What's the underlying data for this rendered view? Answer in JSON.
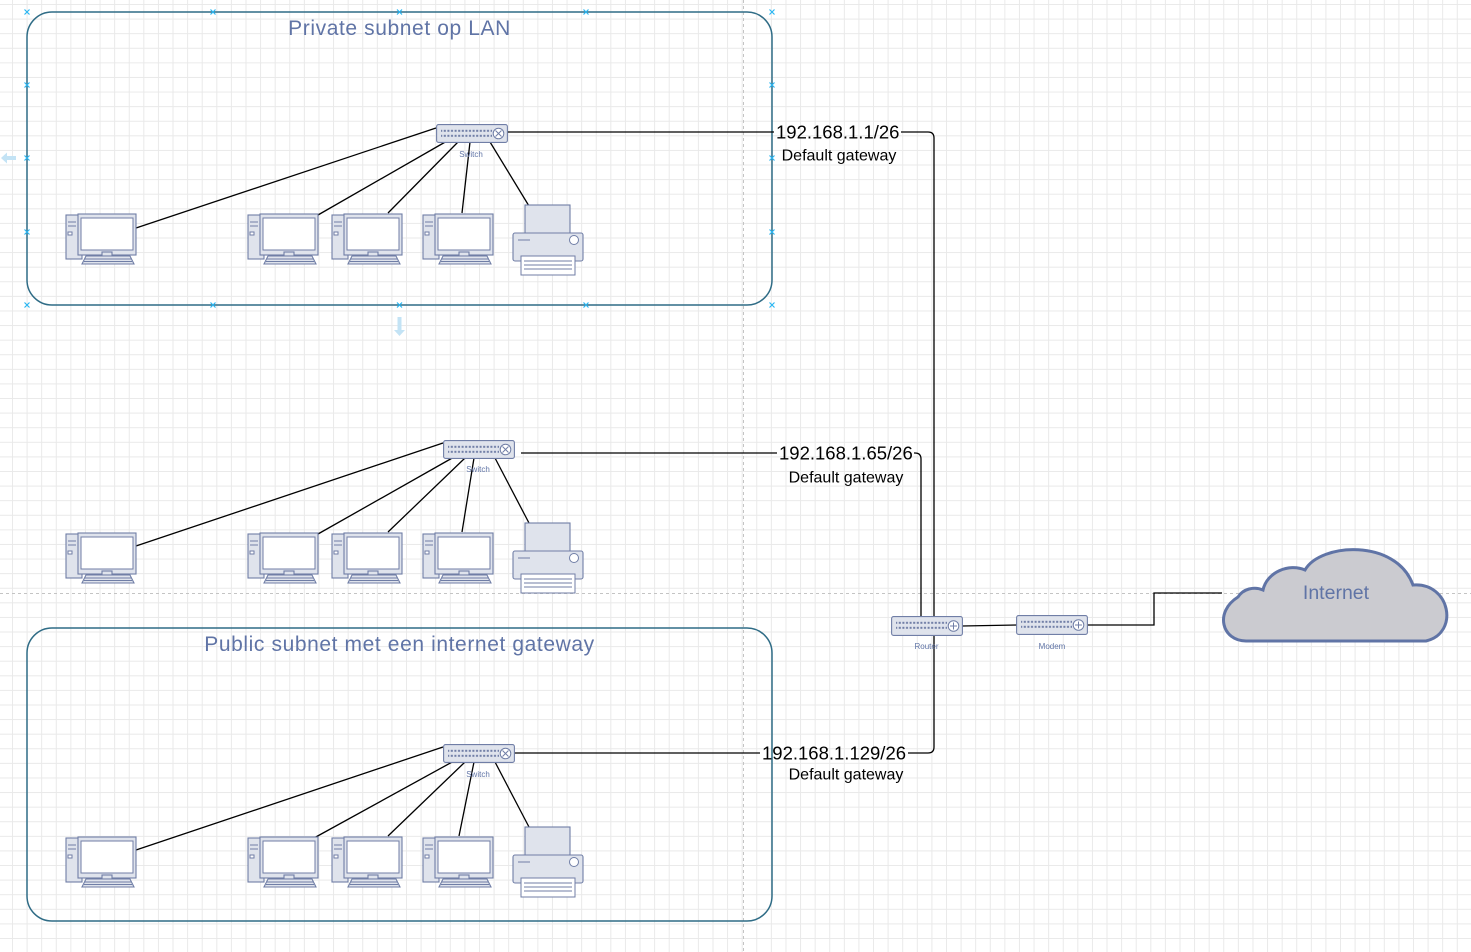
{
  "canvas": {
    "background": "#ffffff",
    "grid_color": "#e9e9e9",
    "page_break_color": "#c4c4c4"
  },
  "colors": {
    "container_stroke": "#2f6c86",
    "title_text": "#6074a6",
    "device_fill": "#dfe3ec",
    "device_stroke": "#707ea6",
    "edge": "#000000",
    "cloud_fill": "#cbcbd0",
    "cloud_stroke": "#6074a6",
    "selection": "#29b6f2",
    "hover_arrow": "#c3e3f5"
  },
  "icons": {
    "computer": "pc-icon",
    "printer": "printer-icon",
    "switch": "switch-icon",
    "router": "router-icon",
    "modem": "modem-icon",
    "cloud": "cloud-icon"
  },
  "groups": {
    "private": {
      "title": "Private subnet op LAN",
      "selected": true,
      "switch": {
        "label": "Switch"
      },
      "gateway": {
        "ip": "192.168.1.1/26",
        "label": "Default gateway"
      }
    },
    "middle": {
      "switch": {
        "label": "Switch"
      },
      "gateway": {
        "ip": "192.168.1.65/26",
        "label": "Default gateway"
      }
    },
    "public": {
      "title": "Public subnet met een internet gateway",
      "switch": {
        "label": "Switch"
      },
      "gateway": {
        "ip": "192.168.1.129/26",
        "label": "Default gateway"
      }
    }
  },
  "router": {
    "label": "Router"
  },
  "modem": {
    "label": "Modem"
  },
  "internet": {
    "label": "Internet"
  }
}
